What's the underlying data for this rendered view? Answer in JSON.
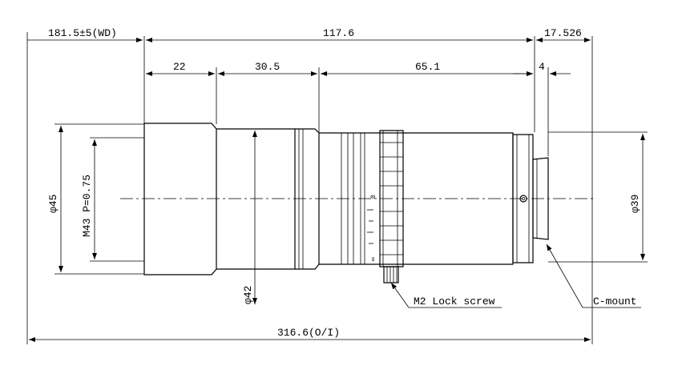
{
  "drawing": {
    "dimensions": {
      "working_distance": "181.5±5(WD)",
      "lens_length": "117.6",
      "flange_back": "17.526",
      "front_section": "22",
      "middle_section": "30.5",
      "rear_section": "65.1",
      "mount_depth": "4",
      "overall_length": "316.6(O/I)"
    },
    "diameters": {
      "front_outer": "φ45",
      "filter_thread": "M43 P=0.75",
      "barrel": "φ42",
      "mount": "φ39"
    },
    "callouts": {
      "lock_screw": "M2 Lock screw",
      "mount_type": "C-mount"
    },
    "scale_marks": {
      "near": "0",
      "far": "∞"
    }
  }
}
